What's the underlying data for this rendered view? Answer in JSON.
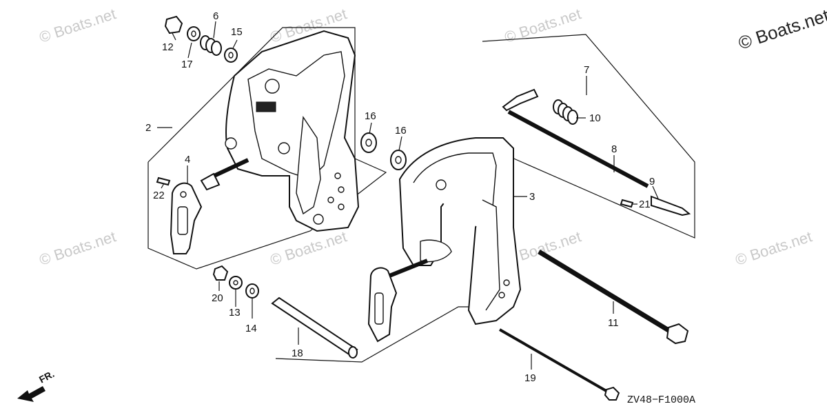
{
  "watermarks": {
    "main": "© Boats.net",
    "faint": "© Boats.net"
  },
  "direction_label": "FR.",
  "diagram_code": "ZV48−F1000A",
  "parts": [
    {
      "id": "p2",
      "label": "2"
    },
    {
      "id": "p3",
      "label": "3"
    },
    {
      "id": "p4",
      "label": "4"
    },
    {
      "id": "p6",
      "label": "6"
    },
    {
      "id": "p7",
      "label": "7"
    },
    {
      "id": "p8",
      "label": "8"
    },
    {
      "id": "p9",
      "label": "9"
    },
    {
      "id": "p10",
      "label": "10"
    },
    {
      "id": "p11",
      "label": "11"
    },
    {
      "id": "p12",
      "label": "12"
    },
    {
      "id": "p13",
      "label": "13"
    },
    {
      "id": "p14",
      "label": "14"
    },
    {
      "id": "p15",
      "label": "15"
    },
    {
      "id": "p16a",
      "label": "16"
    },
    {
      "id": "p16b",
      "label": "16"
    },
    {
      "id": "p17",
      "label": "17"
    },
    {
      "id": "p18",
      "label": "18"
    },
    {
      "id": "p19",
      "label": "19"
    },
    {
      "id": "p20",
      "label": "20"
    },
    {
      "id": "p21",
      "label": "21"
    },
    {
      "id": "p22",
      "label": "22"
    }
  ],
  "colors": {
    "line": "#111111",
    "watermark": "#c9c9c9"
  }
}
